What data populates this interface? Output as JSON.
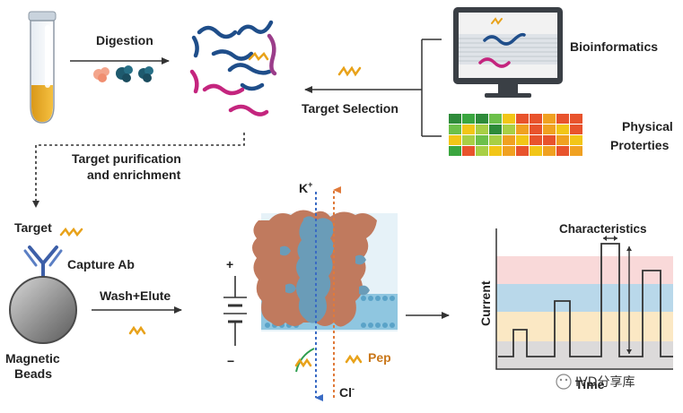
{
  "labels": {
    "digestion": "Digestion",
    "target_selection": "Target Selection",
    "bioinformatics": "Bioinformatics",
    "physical_1": "Physical",
    "physical_2": "Proterties",
    "purif_1": "Target purification",
    "purif_2": "and enrichment",
    "target": "Target",
    "capture_ab": "Capture Ab",
    "magnetic_1": "Magnetic",
    "magnetic_2": "Beads",
    "wash_elute": "Wash+Elute",
    "plus": "+",
    "minus": "−",
    "k_ion": "K",
    "k_sup": "+",
    "cl_ion": "Cl",
    "cl_sup": "-",
    "pep": "Pep",
    "characteristics": "Characteristics",
    "current": "Current",
    "time": "Time"
  },
  "watermark": "IVD分享库",
  "colors": {
    "tube_liquid": "#f0b323",
    "peptide_orange": "#e8a21a",
    "antibody_blue": "#3d5fa8",
    "bead_gray": "#8a8a8a",
    "pore_brown": "#c07a5e",
    "pore_blue": "#6a9cb8",
    "membrane_blue": "#8fc6e0",
    "arrow_k": "#3a6bc4",
    "arrow_cl": "#e07a3a",
    "band_pink": "#f9d9d9",
    "band_blue": "#b9d8ea",
    "band_yellow": "#fbe8c4",
    "band_gray": "#dcdada",
    "strand_navy": "#1f4e8a",
    "strand_magenta": "#c4257e"
  },
  "heatmap": {
    "rows": [
      [
        "#2e8b3a",
        "#3aa63f",
        "#2e8b3a",
        "#6cc04a",
        "#f2c617",
        "#e8532c",
        "#e8532c",
        "#f0a121",
        "#e8532c",
        "#e8532c"
      ],
      [
        "#6cc04a",
        "#f2c617",
        "#a8cf45",
        "#2e8b3a",
        "#a8cf45",
        "#f0a121",
        "#e8532c",
        "#f0a121",
        "#f2c617",
        "#e8532c"
      ],
      [
        "#f2c617",
        "#a8cf45",
        "#6cc04a",
        "#a8cf45",
        "#f0a121",
        "#f2c617",
        "#e8532c",
        "#e8532c",
        "#f0a121",
        "#f2c617"
      ],
      [
        "#3aa63f",
        "#e8532c",
        "#a8cf45",
        "#f2c617",
        "#f0a121",
        "#e8532c",
        "#f2c617",
        "#f0a121",
        "#e8532c",
        "#f0a121"
      ]
    ]
  }
}
